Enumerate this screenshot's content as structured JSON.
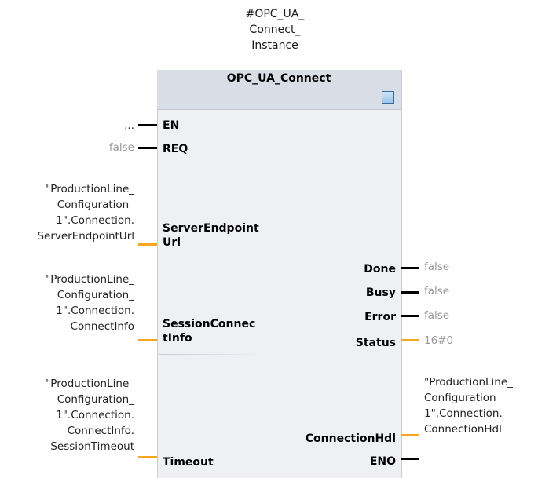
{
  "instance_name_lines": [
    "#OPC_UA_",
    "Connect_",
    "Instance"
  ],
  "block": {
    "title": "OPC_UA_Connect",
    "icon": "plc-block-icon"
  },
  "inputs": [
    {
      "pin": "EN",
      "value_lines": [
        "..."
      ],
      "value_style": "dark",
      "wire": "black"
    },
    {
      "pin": "REQ",
      "value_lines": [
        "false"
      ],
      "value_style": "grey",
      "wire": "black"
    },
    {
      "pin_lines": [
        "ServerEndpoint",
        "Url"
      ],
      "value_lines": [
        "\"ProductionLine_",
        "Configuration_",
        "1\".Connection.",
        "ServerEndpointUrl"
      ],
      "value_style": "dark",
      "wire": "orange"
    },
    {
      "pin_lines": [
        "SessionConnec",
        "tInfo"
      ],
      "value_lines": [
        "\"ProductionLine_",
        "Configuration_",
        "1\".Connection.",
        "ConnectInfo"
      ],
      "value_style": "dark",
      "wire": "orange"
    },
    {
      "pin": "Timeout",
      "value_lines": [
        "\"ProductionLine_",
        "Configuration_",
        "1\".Connection.",
        "ConnectInfo.",
        "SessionTimeout"
      ],
      "value_style": "dark",
      "wire": "orange"
    }
  ],
  "outputs": [
    {
      "pin": "Done",
      "value": "false",
      "value_style": "grey",
      "wire": "black"
    },
    {
      "pin": "Busy",
      "value": "false",
      "value_style": "grey",
      "wire": "black"
    },
    {
      "pin": "Error",
      "value": "false",
      "value_style": "grey",
      "wire": "black"
    },
    {
      "pin": "Status",
      "value": "16#0",
      "value_style": "grey",
      "wire": "orange"
    },
    {
      "pin": "ConnectionHdl",
      "value_lines": [
        "\"ProductionLine_",
        "Configuration_",
        "1\".Connection.",
        "ConnectionHdl"
      ],
      "value_style": "dark",
      "wire": "orange"
    },
    {
      "pin": "ENO",
      "value": "",
      "value_style": "dark",
      "wire": "black"
    }
  ],
  "colors": {
    "wire_bool": "#000000",
    "wire_struct": "#f5a623",
    "constant_text": "#9a9a9a"
  }
}
